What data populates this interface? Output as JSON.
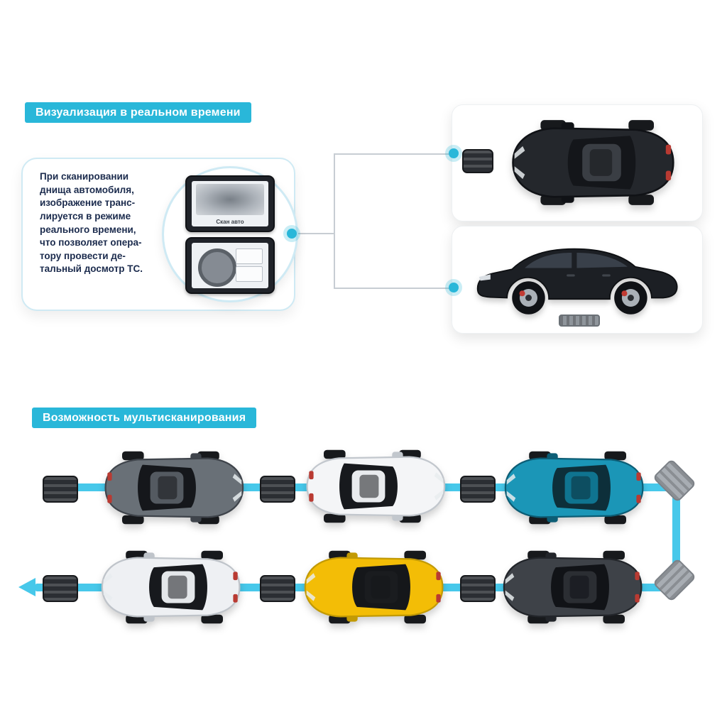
{
  "colors": {
    "accent": "#29b7d9",
    "path": "#47c8ea",
    "line": "#c7cdd3",
    "panel_border": "#cfeaf4",
    "text": "#1b2b4d"
  },
  "section1": {
    "badge": "Визуализация в реальном времени",
    "description": "При сканировании\nднища автомобиля,\nизображение транс-\nлируется в режиме\nреального времени,\nчто позволяет опера-\nтору провести де-\nтальный досмотр ТС.",
    "tablet_caption": "Скан авто"
  },
  "section2": {
    "badge": "Возможность мультисканирования"
  },
  "cars": {
    "scan_top": {
      "body": "#24272c",
      "roof": "#3a3e44",
      "edge": "#101216",
      "window": "#14161a"
    },
    "multi": [
      {
        "id": "gray-car",
        "body": "#697077",
        "roof": "#545a61",
        "edge": "#3f444b",
        "window": "#15171b"
      },
      {
        "id": "white-car",
        "body": "#f4f5f7",
        "roof": "#e9ebee",
        "edge": "#c2c7cd",
        "window": "#17191d"
      },
      {
        "id": "teal-car",
        "body": "#1b96b7",
        "roof": "#0f7490",
        "edge": "#0c5d75",
        "window": "#0d2f3a"
      },
      {
        "id": "white-car-2",
        "body": "#eef0f3",
        "roof": "#e4e7ea",
        "edge": "#bfc4ca",
        "window": "#17191d"
      },
      {
        "id": "yellow-car",
        "body": "#f3bd06",
        "roof": "#1a1c1f",
        "edge": "#c29a04",
        "window": "#15171a"
      },
      {
        "id": "dark-car",
        "body": "#3e4248",
        "roof": "#2b2e33",
        "edge": "#22252a",
        "window": "#111317"
      }
    ]
  }
}
